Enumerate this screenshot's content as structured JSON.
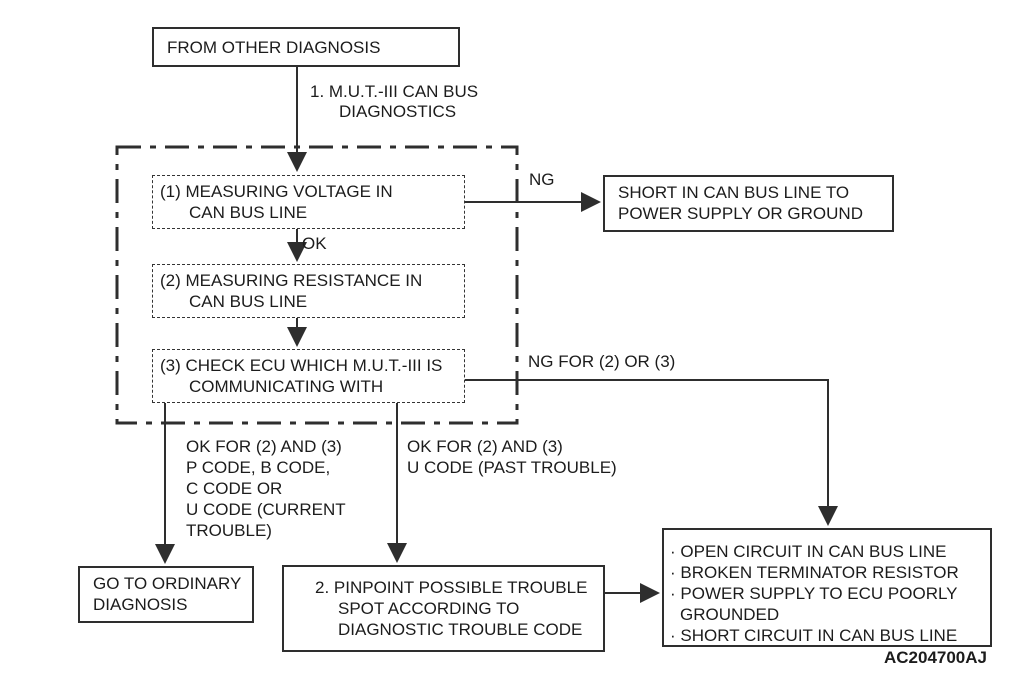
{
  "colors": {
    "ink": "#1c1c1c",
    "line": "#2e2e2e",
    "background": "#ffffff"
  },
  "figure_code": "AC204700AJ",
  "flow": {
    "start_box": {
      "text": "FROM OTHER DIAGNOSIS"
    },
    "step1_label": {
      "line1": "1. M.U.T.-III CAN BUS",
      "line2": "DIAGNOSTICS"
    },
    "step_boxes": {
      "measure_voltage": {
        "line1": "(1) MEASURING VOLTAGE IN",
        "line2": "CAN BUS LINE"
      },
      "measure_resistance": {
        "line1": "(2) MEASURING RESISTANCE IN",
        "line2": "CAN BUS LINE"
      },
      "check_ecu": {
        "line1": "(3) CHECK ECU WHICH M.U.T.-III IS",
        "line2": "COMMUNICATING WITH"
      }
    },
    "edge_labels": {
      "ng": "NG",
      "ok": "OK",
      "ng_for_2_or_3": "NG FOR (2) OR (3)",
      "ok_current": {
        "lines": [
          "OK FOR (2) AND (3)",
          "P CODE, B CODE,",
          "C CODE OR",
          "U CODE (CURRENT",
          "TROUBLE)"
        ]
      },
      "ok_past": {
        "lines": [
          "OK FOR (2) AND (3)",
          "U CODE (PAST TROUBLE)"
        ]
      }
    },
    "result_boxes": {
      "short_power": {
        "line1": "SHORT IN CAN BUS LINE TO",
        "line2": "POWER SUPPLY OR GROUND"
      },
      "ordinary": {
        "line1": "GO TO ORDINARY",
        "line2": "DIAGNOSIS"
      },
      "pinpoint": {
        "line1": "2. PINPOINT POSSIBLE TROUBLE",
        "line2": "SPOT ACCORDING TO",
        "line3": "DIAGNOSTIC TROUBLE CODE"
      },
      "causes": {
        "lines": [
          "· OPEN CIRCUIT IN CAN BUS LINE",
          "· BROKEN TERMINATOR RESISTOR",
          "· POWER SUPPLY TO ECU POORLY",
          "GROUNDED",
          "· SHORT CIRCUIT IN CAN BUS LINE"
        ]
      }
    }
  }
}
